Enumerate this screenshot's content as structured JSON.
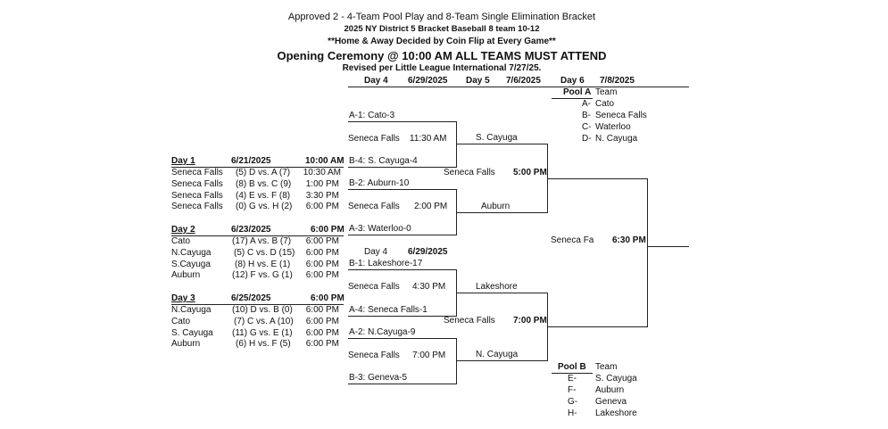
{
  "header": {
    "line1": "Approved 2 - 4-Team Pool Play and 8-Team Single Elimination Bracket",
    "line2": "2025 NY District 5 Bracket Baseball 8 team 10-12",
    "line3": "**Home & Away Decided by Coin Flip at Every Game**",
    "line4": "Opening Ceremony @ 10:00 AM ALL TEAMS MUST ATTEND",
    "line5": "Revised per Little League International 7/27/25."
  },
  "day_header": {
    "day4": "Day 4",
    "date4": "6/29/2025",
    "day5": "Day 5",
    "date5": "7/6/2025",
    "day6": "Day 6",
    "date6": "7/8/2025"
  },
  "pool_a": {
    "title": "Pool A",
    "team_header": "Team",
    "rows": [
      {
        "key": "A-",
        "team": "Cato"
      },
      {
        "key": "B-",
        "team": "Seneca Falls"
      },
      {
        "key": "C-",
        "team": "Waterloo"
      },
      {
        "key": "D-",
        "team": "N. Cayuga"
      }
    ]
  },
  "pool_b": {
    "title": "Pool B",
    "team_header": "Team",
    "rows": [
      {
        "key": "E-",
        "team": "S. Cayuga"
      },
      {
        "key": "F-",
        "team": "Auburn"
      },
      {
        "key": "G-",
        "team": "Geneva"
      },
      {
        "key": "H-",
        "team": "Lakeshore"
      }
    ]
  },
  "day1": {
    "label": "Day 1",
    "date": "6/21/2025",
    "time": "10:00 AM",
    "games": [
      {
        "team": "Seneca Falls",
        "game": "(5) D vs. A (7)",
        "time": "10:30 AM"
      },
      {
        "team": "Seneca Falls",
        "game": "(8) B vs. C (9)",
        "time": "1:00 PM"
      },
      {
        "team": "Seneca Falls",
        "game": "(4) E vs. F (8)",
        "time": "3:30 PM"
      },
      {
        "team": "Seneca Falls",
        "game": "(0) G vs. H (2)",
        "time": "6:00 PM"
      }
    ]
  },
  "day2": {
    "label": "Day 2",
    "date": "6/23/2025",
    "time": "6:00 PM",
    "games": [
      {
        "team": "Cato",
        "game": "(17) A vs. B (7)",
        "time": "6:00 PM"
      },
      {
        "team": "N.Cayuga",
        "game": "(5) C vs. D (15)",
        "time": "6:00 PM"
      },
      {
        "team": "S.Cayuga",
        "game": "(8) H vs. E (1)",
        "time": "6:00 PM"
      },
      {
        "team": "Auburn",
        "game": "(12) F vs. G (1)",
        "time": "6:00 PM"
      }
    ]
  },
  "day3": {
    "label": "Day 3",
    "date": "6/25/2025",
    "time": "6:00 PM",
    "games": [
      {
        "team": "N.Cayuga",
        "game": "(10) D vs. B (0)",
        "time": "6:00 PM"
      },
      {
        "team": "Cato",
        "game": "(7) C vs. A (10)",
        "time": "6:00 PM"
      },
      {
        "team": "S. Cayuga",
        "game": "(11) G vs. E (1)",
        "time": "6:00 PM"
      },
      {
        "team": "Auburn",
        "game": "(6) H vs. F (5)",
        "time": "6:00 PM"
      }
    ]
  },
  "bracket": {
    "r1": [
      {
        "top": "A-1: Cato-3",
        "bottom": "B-4: S. Cayuga-4",
        "site": "Seneca Falls",
        "time": "11:30 AM"
      },
      {
        "top": "B-2: Auburn-10",
        "bottom": "A-3: Waterloo-0",
        "site": "Seneca Falls",
        "time": "2:00 PM"
      },
      {
        "top": "B-1: Lakeshore-17",
        "bottom": "A-4: Seneca Falls-1",
        "site": "Seneca Falls",
        "time": "4:30 PM"
      },
      {
        "top": "A-2: N.Cayuga-9",
        "bottom": "B-3: Geneva-5",
        "site": "Seneca Falls",
        "time": "7:00 PM"
      }
    ],
    "r1_day": "Day 4",
    "r1_date": "6/29/2025",
    "r2_teams": [
      "S. Cayuga",
      "Auburn",
      "Lakeshore",
      "N. Cayuga"
    ],
    "r2_games": [
      {
        "site": "Seneca Falls",
        "time": "5:00 PM"
      },
      {
        "site": "Seneca Falls",
        "time": "7:00 PM"
      }
    ],
    "final": {
      "site": "Seneca Fa",
      "time": "6:30 PM"
    }
  }
}
